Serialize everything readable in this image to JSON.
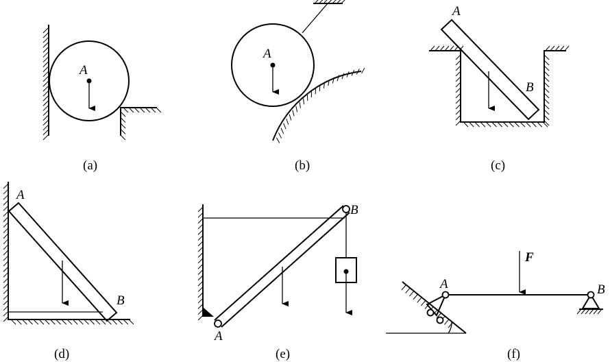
{
  "captions": {
    "a": "(a)",
    "b": "(b)",
    "c": "(c)",
    "d": "(d)",
    "e": "(e)",
    "f": "(f)"
  },
  "labels": {
    "a_A": "A",
    "b_A": "A",
    "c_A": "A",
    "c_B": "B",
    "d_A": "A",
    "d_B": "B",
    "e_A": "A",
    "e_B": "B",
    "f_A": "A",
    "f_B": "B",
    "f_F": "F"
  }
}
